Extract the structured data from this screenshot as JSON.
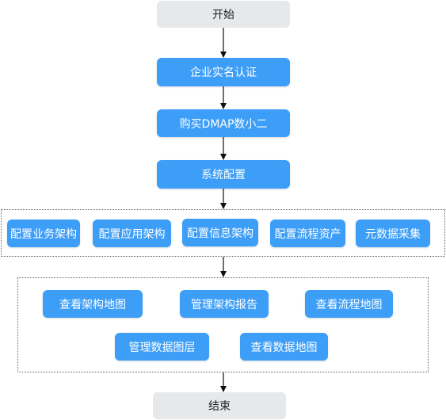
{
  "flow": {
    "start": "开始",
    "steps": [
      "企业实名认证",
      "购买DMAP数小二",
      "系统配置"
    ],
    "config_group": [
      "配置业务架构",
      "配置应用架构",
      "配置信息架构",
      "配置流程资产",
      "元数据采集"
    ],
    "view_group": [
      "查看架构地图",
      "管理架构报告",
      "查看流程地图",
      "管理数据图层",
      "查看数据地图"
    ],
    "end": "结束"
  },
  "colors": {
    "terminal_bg": "#e6e8ea",
    "step_bg": "#3d9ef7",
    "arrow": "#111111",
    "group_border": "#666666"
  }
}
